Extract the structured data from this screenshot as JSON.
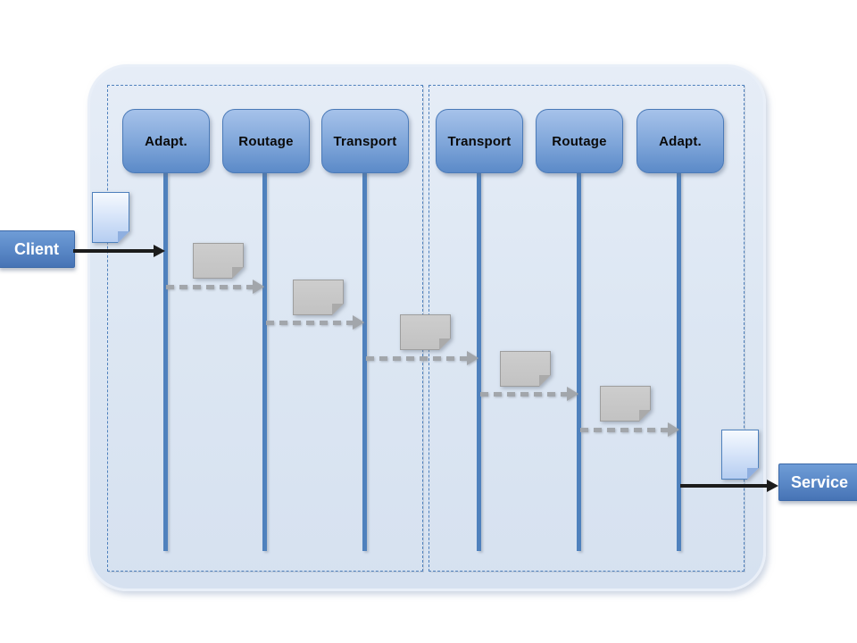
{
  "lanes": [
    {
      "label": "Adapt."
    },
    {
      "label": "Routage"
    },
    {
      "label": "Transport"
    },
    {
      "label": "Transport"
    },
    {
      "label": "Routage"
    },
    {
      "label": "Adapt."
    }
  ],
  "groups": {
    "left_lanes": [
      "Adapt.",
      "Routage",
      "Transport"
    ],
    "right_lanes": [
      "Transport",
      "Routage",
      "Adapt."
    ]
  },
  "actors": {
    "client_label": "Client",
    "service_label": "Service"
  },
  "messages": {
    "count": 5,
    "icon": "document-icon",
    "flow": "diagonal left-to-right between successive lifelines"
  },
  "icons": {
    "client_input": "document-icon",
    "service_output": "document-icon"
  },
  "colors": {
    "lane_box_top": "#a6c2ea",
    "lane_box_bottom": "#5b8ac8",
    "lane_border": "#4a7ab8",
    "lifeline": "#4f81bd",
    "group_dashed_border": "#4f81bd",
    "container_fill": "#dce6f2",
    "message_doc_fill": "#c6c6c6",
    "message_arrow": "#a2a6ab",
    "actor_box_top": "#6f9cd6",
    "actor_box_bottom": "#4673b5",
    "actor_text": "#ffffff",
    "black_arrow": "#1c1c1c",
    "blue_doc_top": "#f5f9fe",
    "blue_doc_bottom": "#b5cdf1"
  }
}
